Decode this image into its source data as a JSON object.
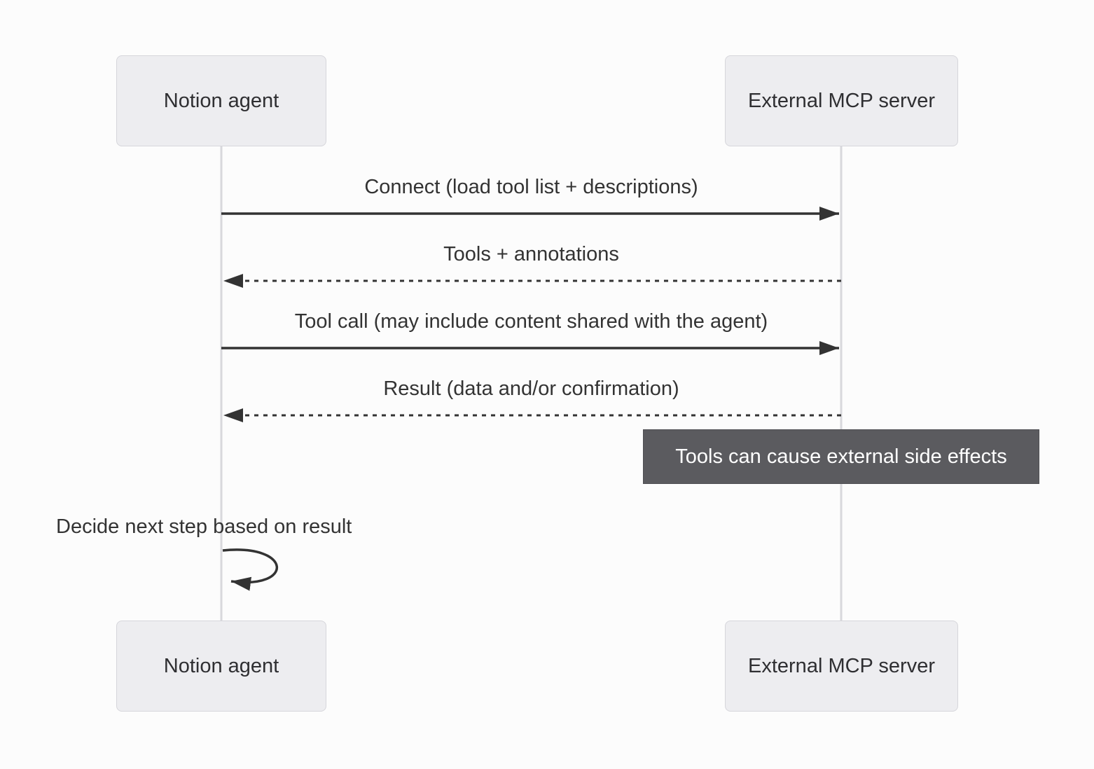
{
  "diagram_type": "sequence",
  "colors": {
    "background": "#fcfcfc",
    "actor_fill": "#ededf0",
    "actor_border": "#d6d6db",
    "actor_text": "#2f2f32",
    "lifeline": "#d8d8dc",
    "message_line": "#333333",
    "message_text": "#333333",
    "note_fill": "#5b5b5f",
    "note_border": "#4f4f53",
    "note_text": "#ffffff"
  },
  "actors": [
    {
      "id": "notion-agent",
      "label": "Notion agent"
    },
    {
      "id": "external-mcp-server",
      "label": "External MCP server"
    }
  ],
  "messages": [
    {
      "from": "notion-agent",
      "to": "external-mcp-server",
      "line": "solid",
      "label": "Connect (load tool list + descriptions)"
    },
    {
      "from": "external-mcp-server",
      "to": "notion-agent",
      "line": "dashed",
      "label": "Tools + annotations"
    },
    {
      "from": "notion-agent",
      "to": "external-mcp-server",
      "line": "solid",
      "label": "Tool call (may include content shared with the agent)"
    },
    {
      "from": "external-mcp-server",
      "to": "notion-agent",
      "line": "dashed",
      "label": "Result (data and/or confirmation)"
    },
    {
      "from": "notion-agent",
      "to": "notion-agent",
      "line": "self",
      "label": "Decide next step based on result"
    }
  ],
  "note": {
    "anchor": "external-mcp-server",
    "label": "Tools can cause external side effects"
  }
}
